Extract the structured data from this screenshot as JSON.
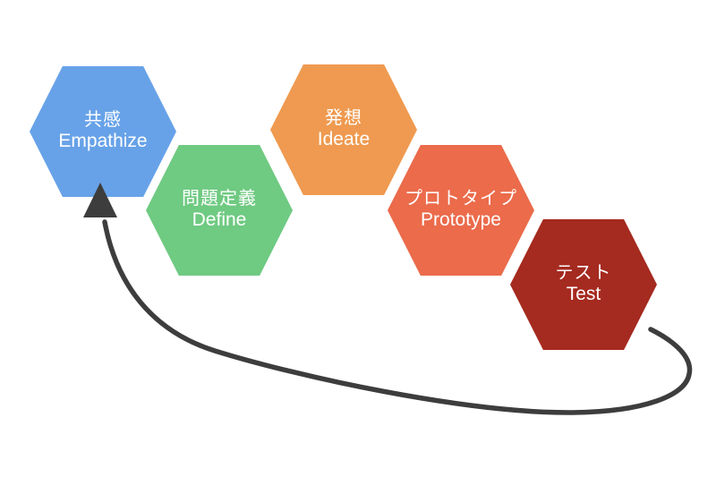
{
  "diagram": {
    "type": "process-loop",
    "text_color": "#ffffff",
    "arrow_color": "#3d3d3d",
    "steps": [
      {
        "label_jp": "共感",
        "label_en": "Empathize",
        "color": "#67a2e8"
      },
      {
        "label_jp": "問題定義",
        "label_en": "Define",
        "color": "#6fca82"
      },
      {
        "label_jp": "発想",
        "label_en": "Ideate",
        "color": "#ef9a50"
      },
      {
        "label_jp": "プロトタイプ",
        "label_en": "Prototype",
        "color": "#eb6b4b"
      },
      {
        "label_jp": "テスト",
        "label_en": "Test",
        "color": "#a52a1f"
      }
    ]
  }
}
